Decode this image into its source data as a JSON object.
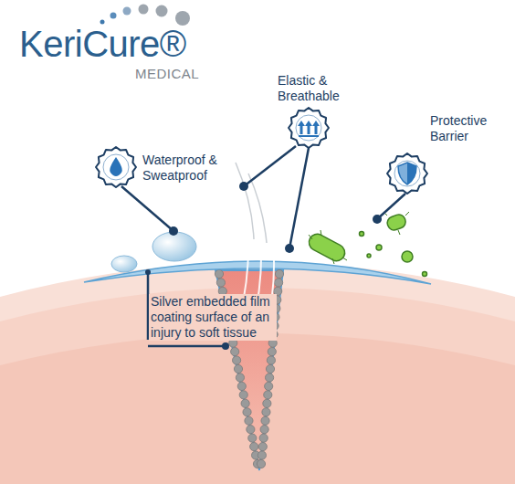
{
  "diagram": {
    "labels": [
      "KeriCure®",
      "MEDICAL",
      "Waterproof & Sweatproof",
      "Elastic & Breathable",
      "Protective Barrier",
      "Silver embedded film coating surface of an injury to soft tissue"
    ]
  }
}
